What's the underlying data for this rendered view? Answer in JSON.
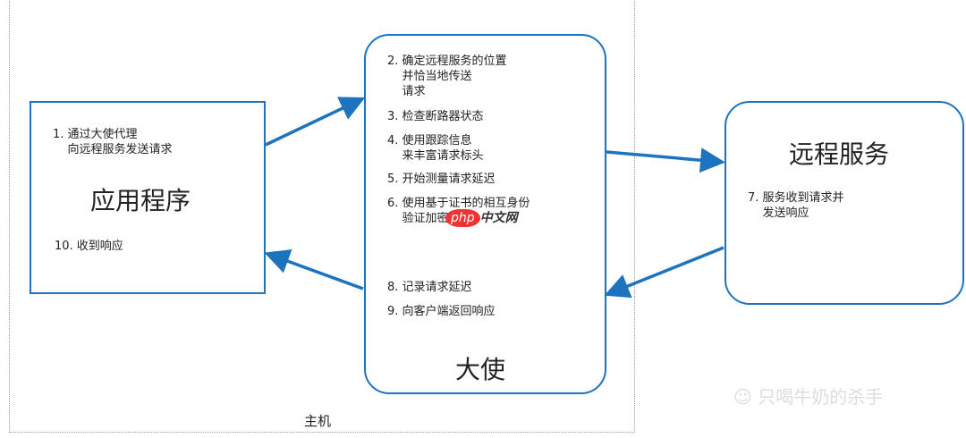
{
  "host": {
    "label": "主机"
  },
  "app": {
    "title": "应用程序",
    "step1": "1. 通过大使代理\n    向远程服务发送请求",
    "step10": "10. 收到响应"
  },
  "ambassador": {
    "title": "大使",
    "steps": [
      "2. 确定远程服务的位置\n    并恰当地传送\n    请求",
      "3. 检查断路器状态",
      "4. 使用跟踪信息\n    来丰富请求标头",
      "5. 开始测量请求延迟",
      "6. 使用基于证书的相互身份\n    验证加密",
      "8. 记录请求延迟",
      "9. 向客户端返回响应"
    ]
  },
  "remote": {
    "title": "远程服务",
    "step7": "7. 服务收到请求并\n    发送响应"
  },
  "watermarks": {
    "php": "php",
    "php_cn": "中文网",
    "wechat": "只喝牛奶的杀手"
  },
  "colors": {
    "accent": "#1e73be"
  }
}
